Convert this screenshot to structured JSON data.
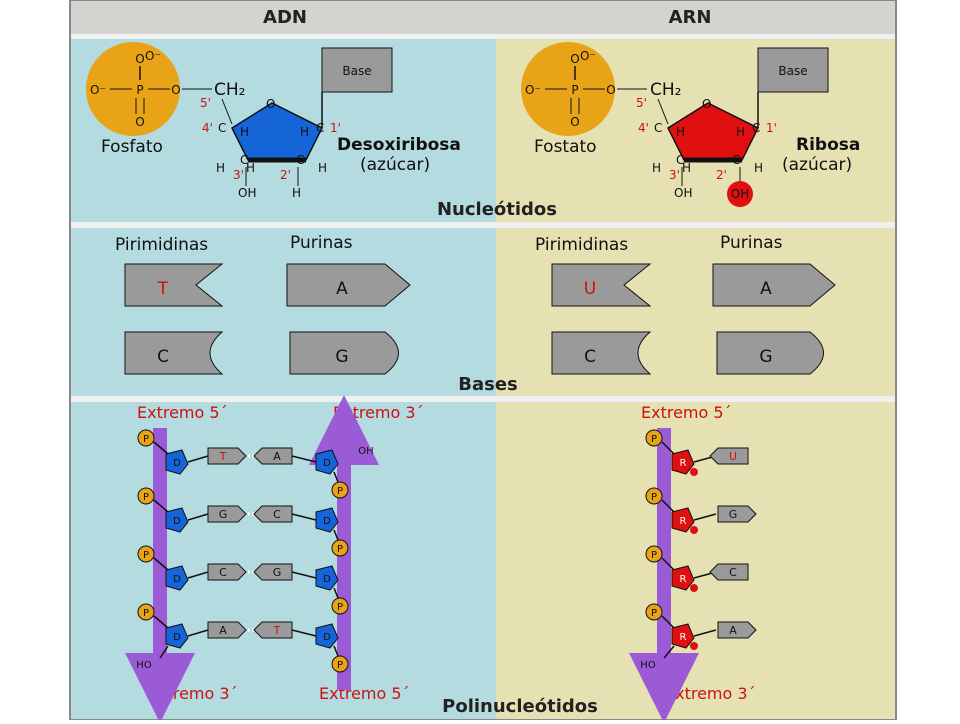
{
  "header": {
    "left": "ADN",
    "right": "ARN"
  },
  "nucleotides": {
    "section_label": "Nucleótidos",
    "dna": {
      "phosphate_label": "Fosfato",
      "base_label": "Base",
      "sugar_name": "Desoxiribosa",
      "sugar_note": "(azúcar)",
      "o_minus": "O⁻",
      "o": "O",
      "p": "P",
      "ch2": "CH₂",
      "oh": "OH",
      "h": "H",
      "c": "C",
      "carbons": [
        "5'",
        "4'",
        "3'",
        "2'",
        "1'"
      ]
    },
    "rna": {
      "phosphate_label": "Fostato",
      "base_label": "Base",
      "sugar_name": "Ribosa",
      "sugar_note": "(azúcar)",
      "oh_extra": "OH"
    }
  },
  "bases": {
    "section_label": "Bases",
    "pyrimidines_label": "Pirimidinas",
    "purines_label": "Purinas",
    "dna": {
      "pyr": [
        "T",
        "C"
      ],
      "pur": [
        "A",
        "G"
      ]
    },
    "rna": {
      "pyr": [
        "U",
        "C"
      ],
      "pur": [
        "A",
        "G"
      ]
    }
  },
  "polynucleotides": {
    "section_label": "Polinucleótidos",
    "end5": "Extremo 5´",
    "end3": "Extremo 3´",
    "rna_end5": "Extremo   5´",
    "p": "P",
    "d": "D",
    "r": "R",
    "ho": "HO",
    "oh": "OH",
    "dna_pairs": [
      [
        "T",
        "A"
      ],
      [
        "G",
        "C"
      ],
      [
        "C",
        "G"
      ],
      [
        "A",
        "T"
      ]
    ],
    "rna_bases": [
      "U",
      "G",
      "C",
      "A"
    ]
  },
  "colors": {
    "dna_bg": "#b4dbe0",
    "rna_bg": "#e6e1b3",
    "phosphate": "#e8a317",
    "deoxyribose": "#1565d8",
    "ribose": "#e01010",
    "backbone": "#9c5bd6",
    "base_gray": "#9a9a9a"
  }
}
